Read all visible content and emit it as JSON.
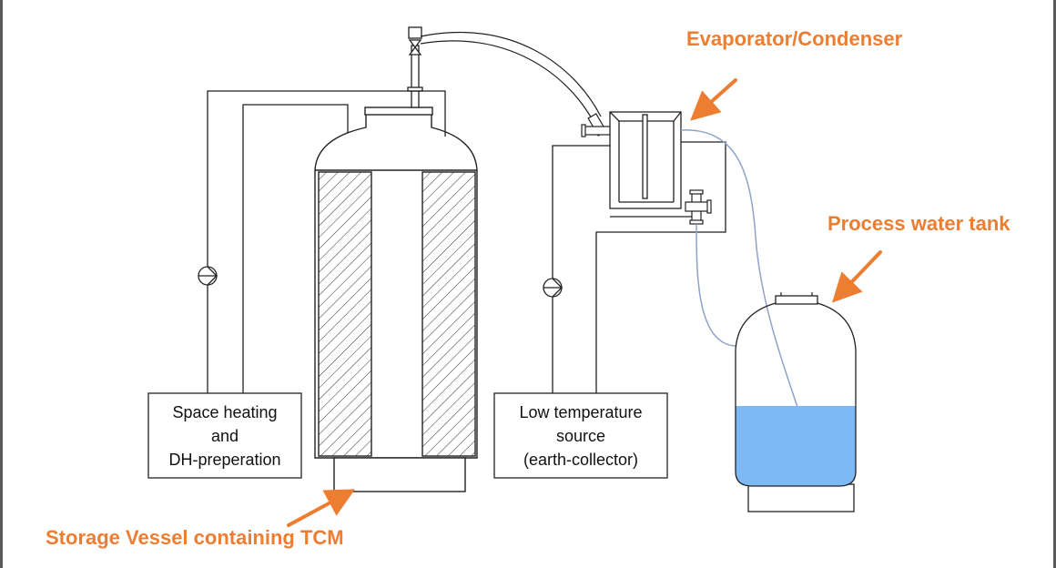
{
  "labels": {
    "evaporator": "Evaporator/Condenser",
    "process_tank": "Process water tank",
    "storage_vessel": "Storage Vessel containing TCM"
  },
  "boxes": {
    "space_heating": [
      "Space heating",
      "and",
      "DH-preperation"
    ],
    "low_temp": [
      "Low temperature",
      "source",
      "(earth-collector)"
    ]
  },
  "colors": {
    "callout": "#ED7D31",
    "water": "#7DB9F5",
    "hose": "#8EA3C8",
    "line": "#222222"
  }
}
